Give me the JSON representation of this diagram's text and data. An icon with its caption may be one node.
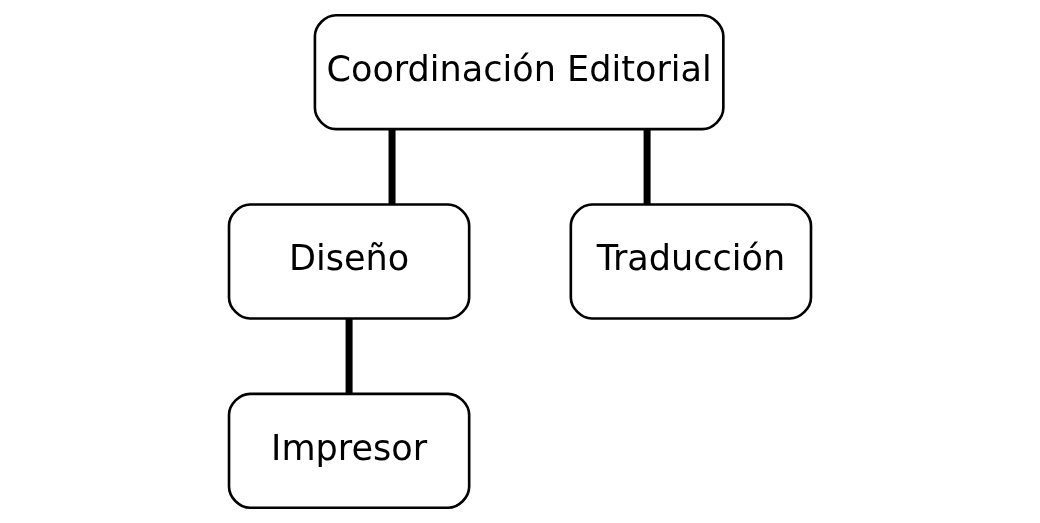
{
  "diagram": {
    "nodes": [
      {
        "text": [
          "Coordinación Editorial"
        ]
      },
      {
        "text": [
          "Diseño"
        ]
      },
      {
        "text": [
          "Traducción"
        ]
      },
      {
        "text": [
          "Impresor"
        ]
      }
    ],
    "edges": [
      {
        "from": 0,
        "to": 1,
        "arrow": "none"
      },
      {
        "from": 0,
        "to": 2,
        "arrow": "none"
      },
      {
        "from": 1,
        "to": 3,
        "arrow": "none"
      }
    ]
  }
}
